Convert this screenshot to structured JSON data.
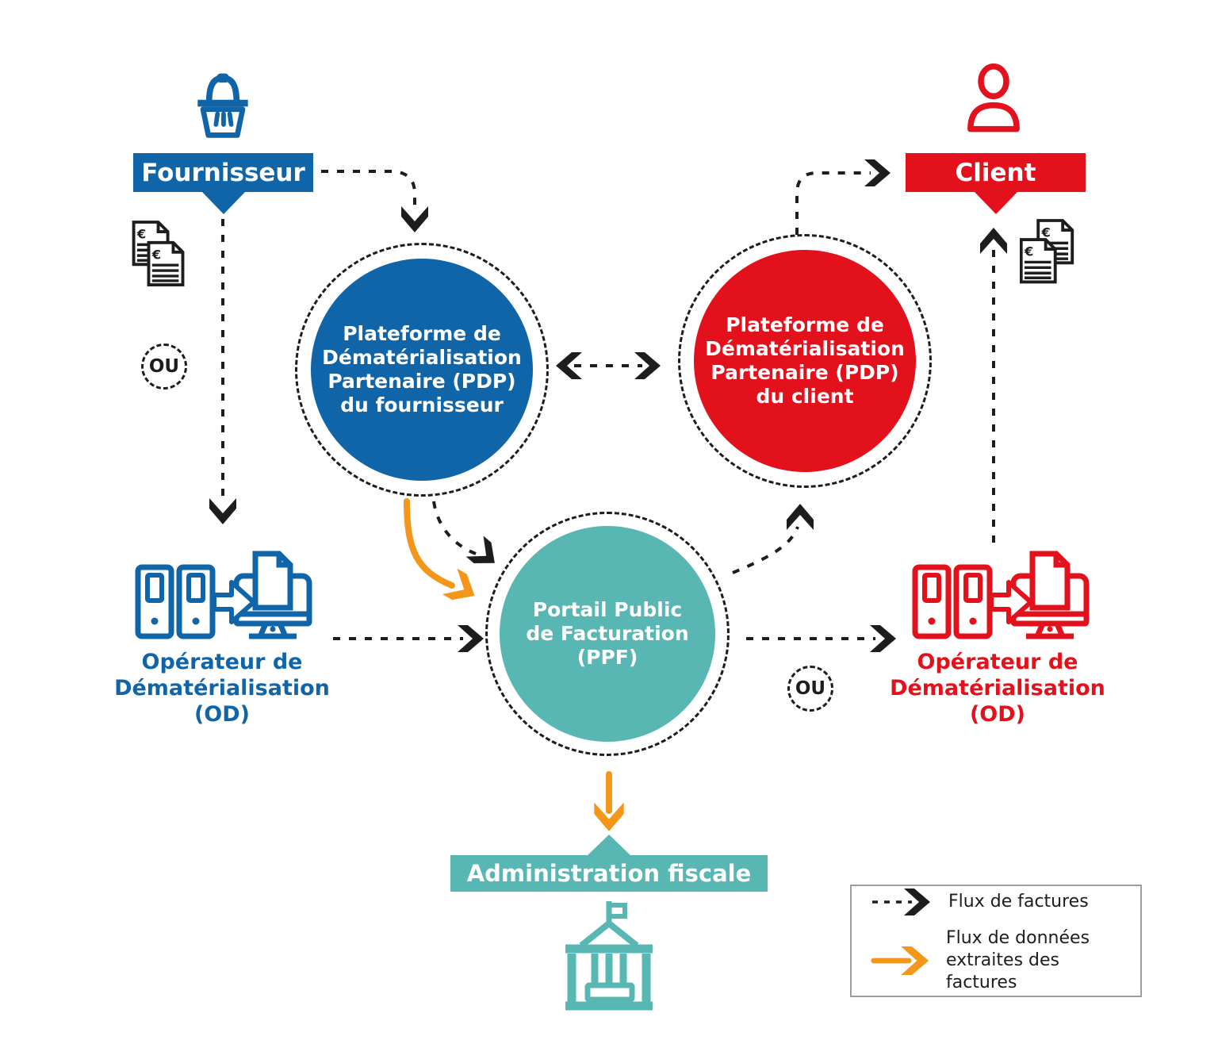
{
  "colors": {
    "blue": "#1065a8",
    "red": "#e2111b",
    "teal": "#58b7b2",
    "orange": "#f49619",
    "ink": "#1d1d1b",
    "legend_border": "#9d9d9c"
  },
  "nodes": {
    "fournisseur": {
      "label": "Fournisseur"
    },
    "client": {
      "label": "Client"
    },
    "pdp_fournisseur": {
      "lines": [
        "Plateforme de",
        "Dématérialisation",
        "Partenaire (PDP)",
        "du fournisseur"
      ]
    },
    "pdp_client": {
      "lines": [
        "Plateforme de",
        "Dématérialisation",
        "Partenaire (PDP)",
        "du client"
      ]
    },
    "ppf": {
      "lines": [
        "Portail Public",
        "de Facturation",
        "(PPF)"
      ]
    },
    "od_fournisseur": {
      "lines": [
        "Opérateur de",
        "Dématérialisation",
        "(OD)"
      ]
    },
    "od_client": {
      "lines": [
        "Opérateur de",
        "Dématérialisation",
        "(OD)"
      ]
    },
    "administration": {
      "label": "Administration fiscale"
    },
    "ou_left": {
      "label": "OU"
    },
    "ou_right": {
      "label": "OU"
    }
  },
  "icons": {
    "basket": "shopping-basket-icon",
    "person": "person-icon",
    "invoices_left": "invoice-documents-icon",
    "invoices_right": "invoice-documents-icon",
    "od_left": "binders-to-computer-icon",
    "od_right": "binders-to-computer-icon",
    "building": "government-building-icon",
    "euro": "€"
  },
  "legend": {
    "items": [
      {
        "label": "Flux de factures"
      },
      {
        "label_line1": "Flux de données",
        "label_line2": "extraites des factures"
      }
    ]
  }
}
